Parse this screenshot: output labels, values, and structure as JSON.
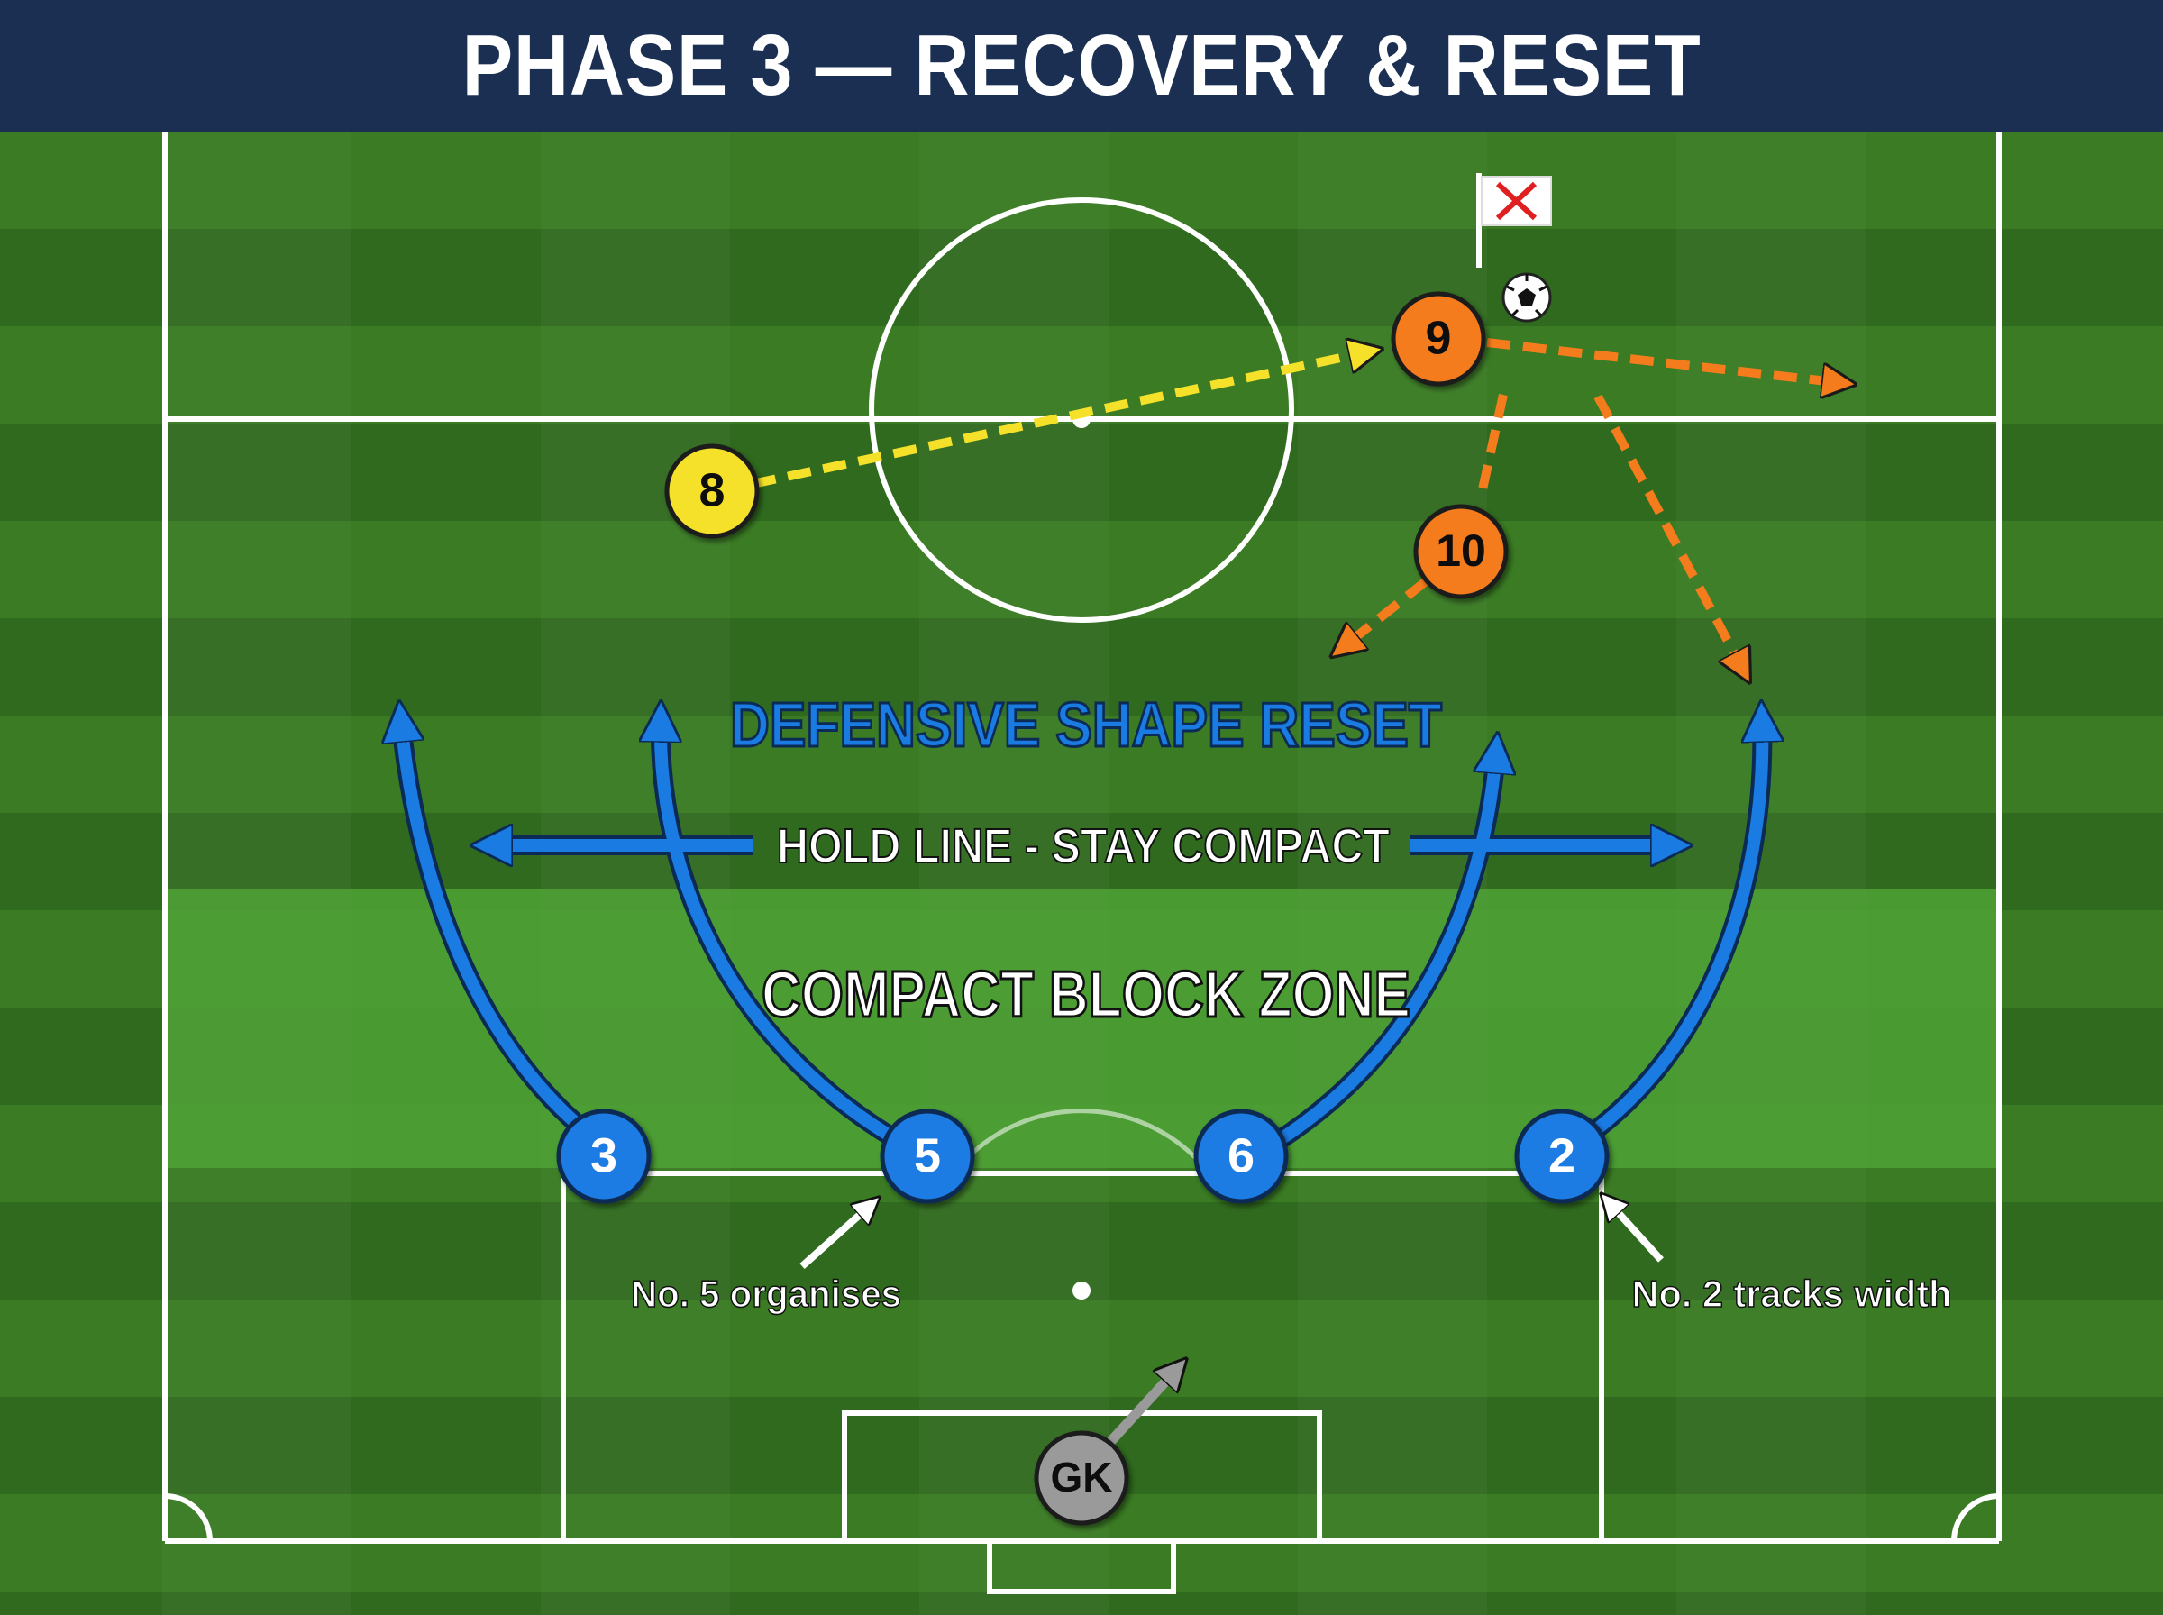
{
  "title": "PHASE 3 — RECOVERY & RESET",
  "players": {
    "p8": "8",
    "p9": "9",
    "p10": "10",
    "p3": "3",
    "p5": "5",
    "p6": "6",
    "p2": "2",
    "gk": "GK"
  },
  "labels": {
    "shape_reset": "DEFENSIVE SHAPE RESET",
    "hold_line": "HOLD LINE - STAY COMPACT",
    "block_zone": "COMPACT BLOCK ZONE",
    "note_5": "No. 5 organises",
    "note_2": "No. 2 tracks width"
  },
  "icons": {
    "flag": "offside-flag-icon",
    "ball": "football-icon"
  },
  "colors": {
    "header": "#1b2f52",
    "defender": "#1a7be3",
    "attacker": "#f57c1c",
    "midfielder": "#f6e12a",
    "keeper": "#9a9a9a",
    "zone": "#4fa236",
    "pitch_dark": "#2e6b1c",
    "pitch_light": "#3c7d24"
  }
}
